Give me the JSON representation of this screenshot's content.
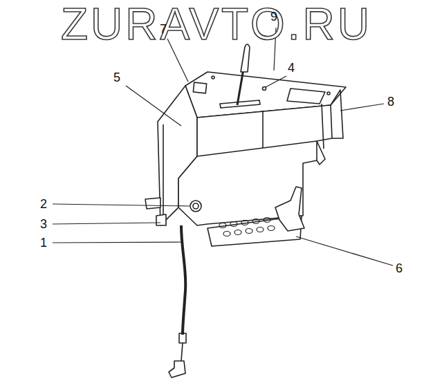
{
  "diagram": {
    "labels": [
      "ZURAVTO.RU",
      "7",
      "9",
      "5",
      "4",
      "8",
      "2",
      "3",
      "1",
      "6"
    ]
  }
}
